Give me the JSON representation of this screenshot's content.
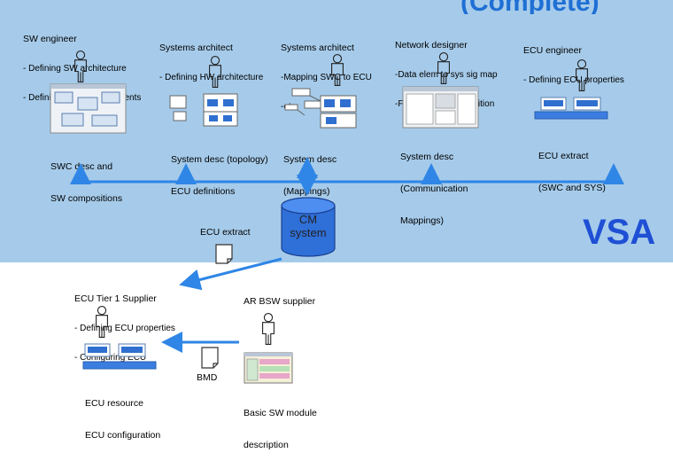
{
  "title_fragment": "(Complete)",
  "vsa_label": "VSA",
  "roles": [
    {
      "title": "SW engineer",
      "items": [
        "- Defining SW architecture",
        "- Defining timing requirements"
      ]
    },
    {
      "title": "Systems architect",
      "items": [
        "- Defining HW architecture"
      ]
    },
    {
      "title": "Systems architect",
      "items": [
        "-Mapping SWC to ECU",
        "-etc"
      ]
    },
    {
      "title": "Network designer",
      "items": [
        "-Data elem to sys sig map",
        "-Frame packing/definition"
      ]
    },
    {
      "title": "ECU engineer",
      "items": [
        "- Defining ECU properties"
      ]
    }
  ],
  "artifacts": [
    {
      "lines": [
        "SWC desc and",
        "SW compositions"
      ]
    },
    {
      "lines": [
        "System desc (topology)",
        "ECU definitions"
      ]
    },
    {
      "lines": [
        "System desc",
        "(Mappings)"
      ]
    },
    {
      "lines": [
        "System desc",
        "(Communication",
        "Mappings)"
      ]
    },
    {
      "lines": [
        "ECU extract",
        "(SWC and SYS)"
      ]
    }
  ],
  "cm_system": {
    "line1": "CM",
    "line2": "system"
  },
  "ecu_extract_label": "ECU extract",
  "tier1": {
    "title": "ECU Tier 1 Supplier",
    "items": [
      "- Defining ECU properties",
      "- Configuring ECU"
    ]
  },
  "bsw_supplier": {
    "title": "AR BSW supplier"
  },
  "bmd_label": "BMD",
  "ecu_resource": {
    "lines": [
      "ECU resource",
      "ECU configuration"
    ]
  },
  "bsw_desc": {
    "lines": [
      "Basic SW module",
      "description"
    ]
  }
}
